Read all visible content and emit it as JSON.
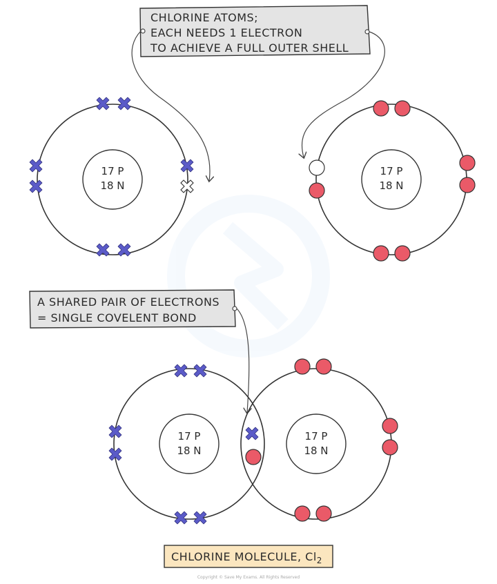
{
  "callouts": {
    "chlorine_atoms": {
      "lines": [
        "CHLORINE ATOMS;",
        "EACH NEEDS 1 ELECTRON",
        "TO ACHIEVE A FULL OUTER SHELL"
      ]
    },
    "shared_pair": {
      "lines": [
        "A SHARED PAIR OF ELECTRONS",
        "= SINGLE COVELENT BOND"
      ]
    }
  },
  "atoms": {
    "left_atom": {
      "protons": "17 P",
      "neutrons": "18 N"
    },
    "right_atom": {
      "protons": "17 P",
      "neutrons": "18 N"
    },
    "molecule_left": {
      "protons": "17 P",
      "neutrons": "18 N"
    },
    "molecule_right": {
      "protons": "17 P",
      "neutrons": "18 N"
    }
  },
  "molecule_label": {
    "text": "CHLORINE MOLECULE, Cl",
    "subscript": "2"
  },
  "copyright": "Copyright © Save My Exams. All Rights Reserved",
  "colors": {
    "cross_electron": "#5b5bc8",
    "dot_electron": "#ea5a68",
    "callout_fill": "#e4e4e4",
    "label_fill": "#fbe6bf",
    "stroke": "#333333"
  }
}
